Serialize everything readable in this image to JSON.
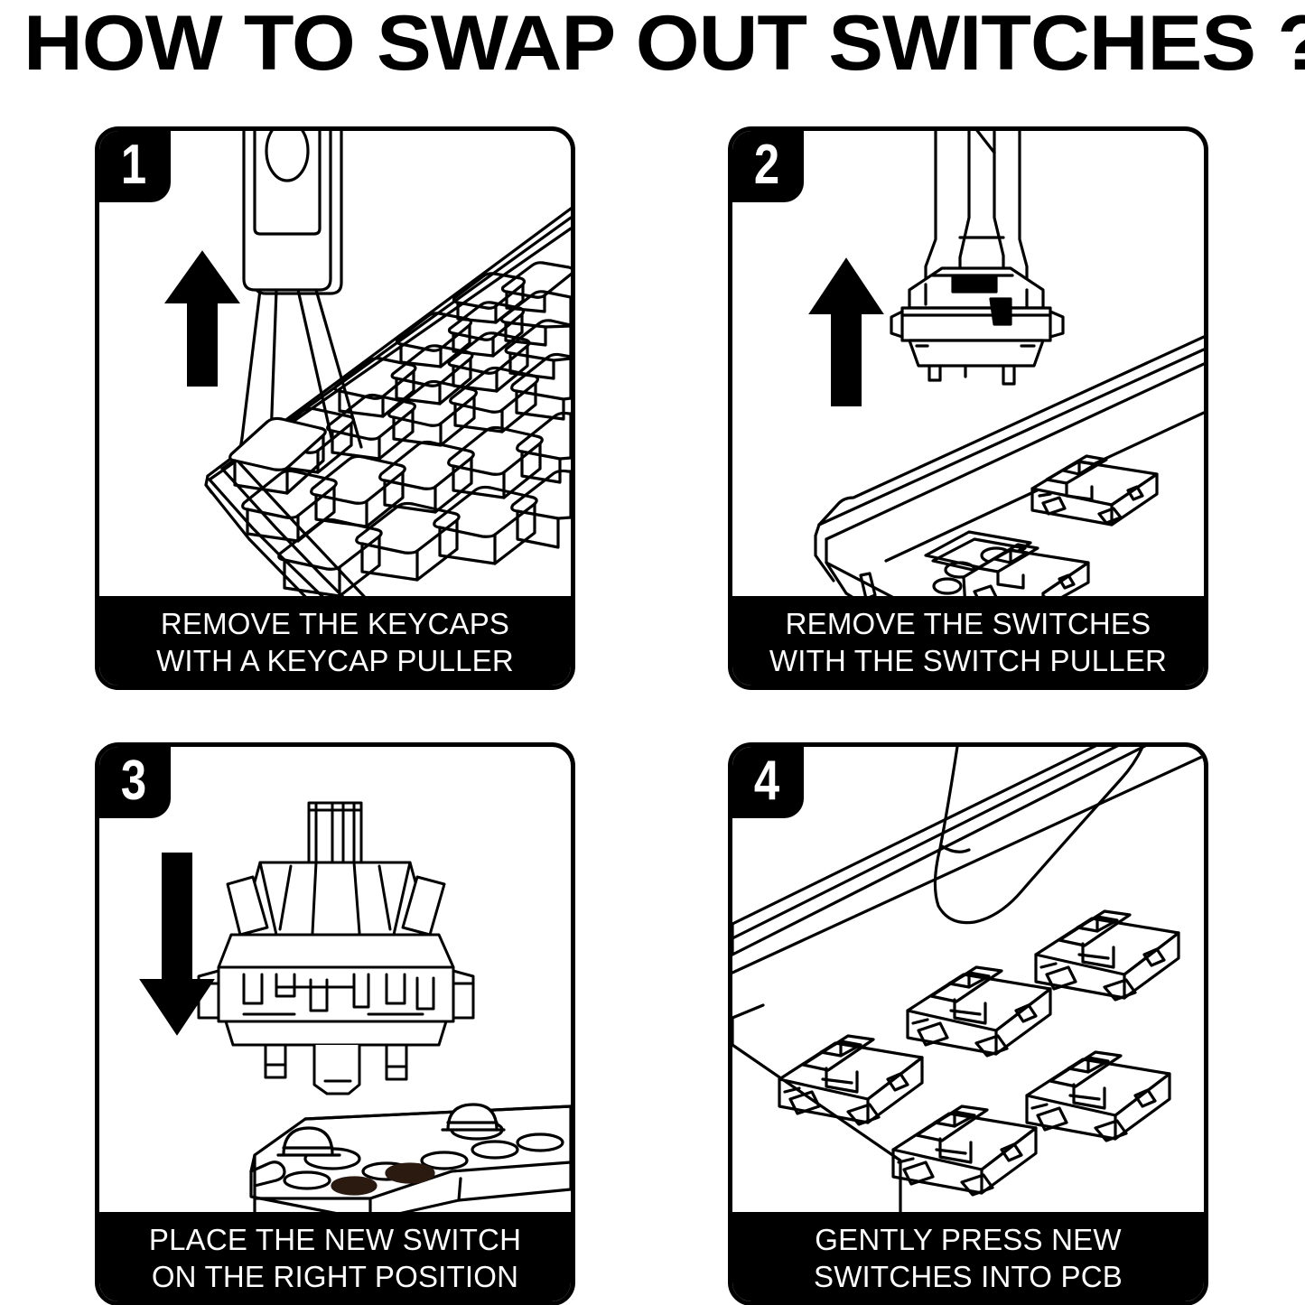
{
  "header": {
    "title": "HOW TO SWAP OUT SWITCHES ?"
  },
  "colors": {
    "ink": "#000000",
    "paper": "#ffffff",
    "caption_bg": "#000000",
    "caption_text": "#ffffff",
    "badge_bg": "#000000",
    "badge_text": "#ffffff"
  },
  "steps": [
    {
      "number": "1",
      "caption_line1": "REMOVE THE KEYCAPS",
      "caption_line2": "WITH A KEYCAP PULLER",
      "arrow_direction": "up",
      "illustration": "keycap-puller-removing-keycap-from-keyboard"
    },
    {
      "number": "2",
      "caption_line1": "REMOVE THE SWITCHES",
      "caption_line2": "WITH THE SWITCH PULLER",
      "arrow_direction": "up",
      "illustration": "switch-puller-lifting-switch-off-keyboard-plate"
    },
    {
      "number": "3",
      "caption_line1": "PLACE THE NEW SWITCH",
      "caption_line2": "ON THE RIGHT POSITION",
      "arrow_direction": "down",
      "illustration": "mechanical-switch-above-pcb-plate-holes"
    },
    {
      "number": "4",
      "caption_line1": "GENTLY PRESS NEW",
      "caption_line2": "SWITCHES INTO PCB",
      "arrow_direction": "none",
      "illustration": "finger-pressing-five-switches-into-pcb"
    }
  ]
}
